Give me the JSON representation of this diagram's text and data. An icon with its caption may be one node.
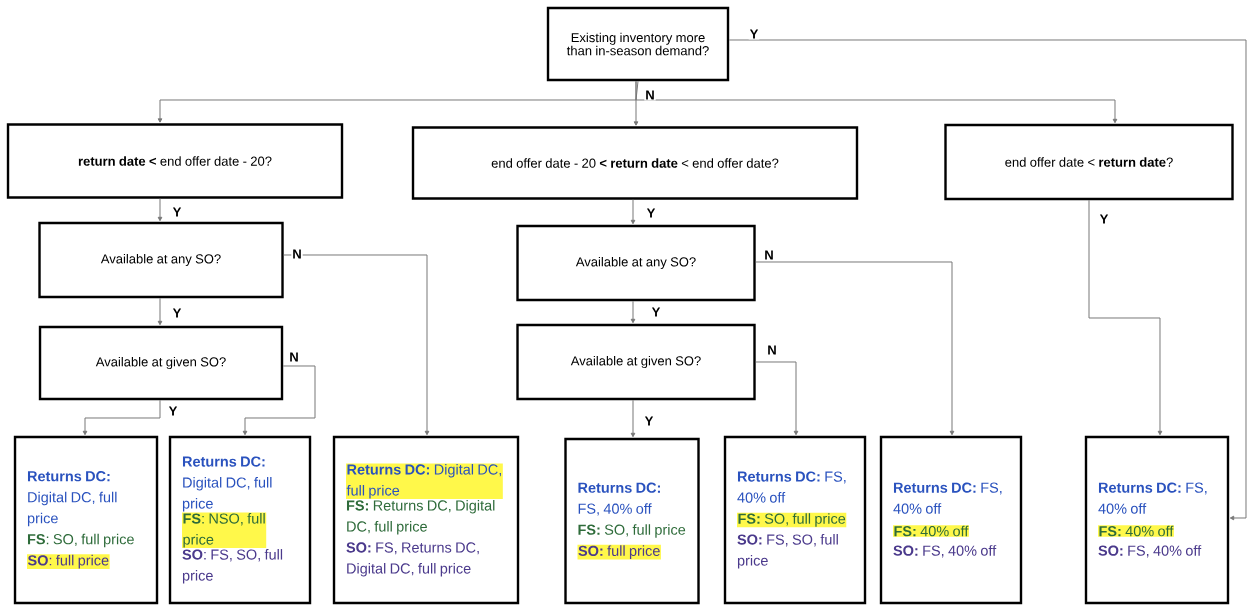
{
  "diagram": {
    "nodes": [
      {
        "text": [
          "Existing inventory more than in-season demand?"
        ]
      },
      {
        "text": [
          "**return date <** end offer date - 20?"
        ]
      },
      {
        "text": [
          "end offer date - 20 **< return date** < end offer date?"
        ]
      },
      {
        "text": [
          "end offer date < **return date**?"
        ]
      },
      {
        "text": [
          "Available at any SO?"
        ]
      },
      {
        "text": [
          "Available at given SO?"
        ]
      },
      {
        "text": [
          "Available at any SO?"
        ]
      },
      {
        "text": [
          "Available at given SO?"
        ]
      },
      {
        "text": [
          "**Returns DC:** Digital DC, full price",
          "**FS**: SO, full price",
          "**SO**: full price"
        ]
      },
      {
        "text": [
          "**Returns DC:** Digital DC, full price",
          "**FS**: NSO, full price",
          "**SO**: FS, SO, full price"
        ]
      },
      {
        "text": [
          "**Returns DC:** Digital DC, full price",
          "**FS:** Returns DC, Digital DC, full price",
          "**SO:** FS, Returns DC, Digital DC, full price"
        ]
      },
      {
        "text": [
          "**Returns DC:** FS, 40% off",
          "**FS:** SO, full price",
          "**SO:** full price"
        ]
      },
      {
        "text": [
          "**Returns DC:** FS, 40% off",
          "**FS:** SO, full price",
          "**SO:** FS, SO, full price"
        ]
      },
      {
        "text": [
          "**Returns DC:** FS, 40% off",
          "**FS:** 40% off",
          "**SO:** FS, 40% off"
        ]
      },
      {
        "text": [
          "**Returns DC:** FS, 40% off",
          "**FS:** 40% off",
          "**SO:** FS, 40% off"
        ]
      }
    ],
    "edges": [
      {
        "from": 0,
        "to": 1,
        "arrow": "to"
      },
      {
        "from": 0,
        "to": 2,
        "arrow": "to",
        "label": "N"
      },
      {
        "from": 0,
        "to": 3,
        "arrow": "to"
      },
      {
        "from": 0,
        "to": 14,
        "arrow": "to",
        "label": "Y"
      },
      {
        "from": 1,
        "to": 4,
        "arrow": "to",
        "label": "Y"
      },
      {
        "from": 4,
        "to": 5,
        "arrow": "to",
        "label": "Y"
      },
      {
        "from": 4,
        "to": 10,
        "arrow": "to",
        "label": "N"
      },
      {
        "from": 5,
        "to": 8,
        "arrow": "to",
        "label": "Y"
      },
      {
        "from": 5,
        "to": 9,
        "arrow": "to",
        "label": "N"
      },
      {
        "from": 2,
        "to": 6,
        "arrow": "to",
        "label": "Y"
      },
      {
        "from": 6,
        "to": 7,
        "arrow": "to",
        "label": "Y"
      },
      {
        "from": 6,
        "to": 13,
        "arrow": "to",
        "label": "N"
      },
      {
        "from": 7,
        "to": 11,
        "arrow": "to",
        "label": "Y"
      },
      {
        "from": 7,
        "to": 12,
        "arrow": "to",
        "label": "N"
      },
      {
        "from": 3,
        "to": 14,
        "arrow": "to",
        "label": "Y"
      }
    ]
  }
}
